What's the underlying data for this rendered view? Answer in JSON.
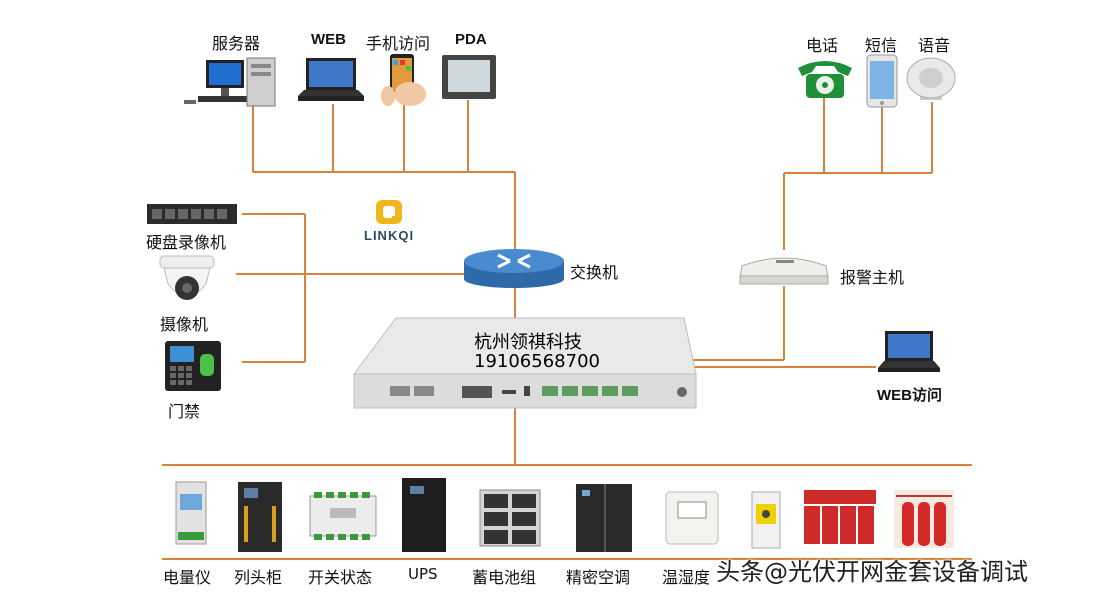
{
  "top_left_devices": [
    "服务器",
    "WEB",
    "手机访问",
    "PDA"
  ],
  "top_right_devices": [
    "电话",
    "短信",
    "语音"
  ],
  "left_devices": [
    "硬盘录像机",
    "摄像机",
    "门禁"
  ],
  "switch_label": "交换机",
  "alarm_host_label": "报警主机",
  "web_access_label": "WEB访问",
  "logo_text": "LINKQI",
  "main_unit": {
    "line1": "杭州领祺科技",
    "line2": "19106568700"
  },
  "bottom_devices": [
    "电量仪",
    "列头柜",
    "开关状态",
    "UPS",
    "蓄电池组",
    "精密空调",
    "温湿度"
  ],
  "watermark": "头条@光伏开网金套设备调试",
  "colors": {
    "wire": "#d9823b",
    "switch": "#3f7fbf",
    "phone": "#1f8f3a"
  }
}
